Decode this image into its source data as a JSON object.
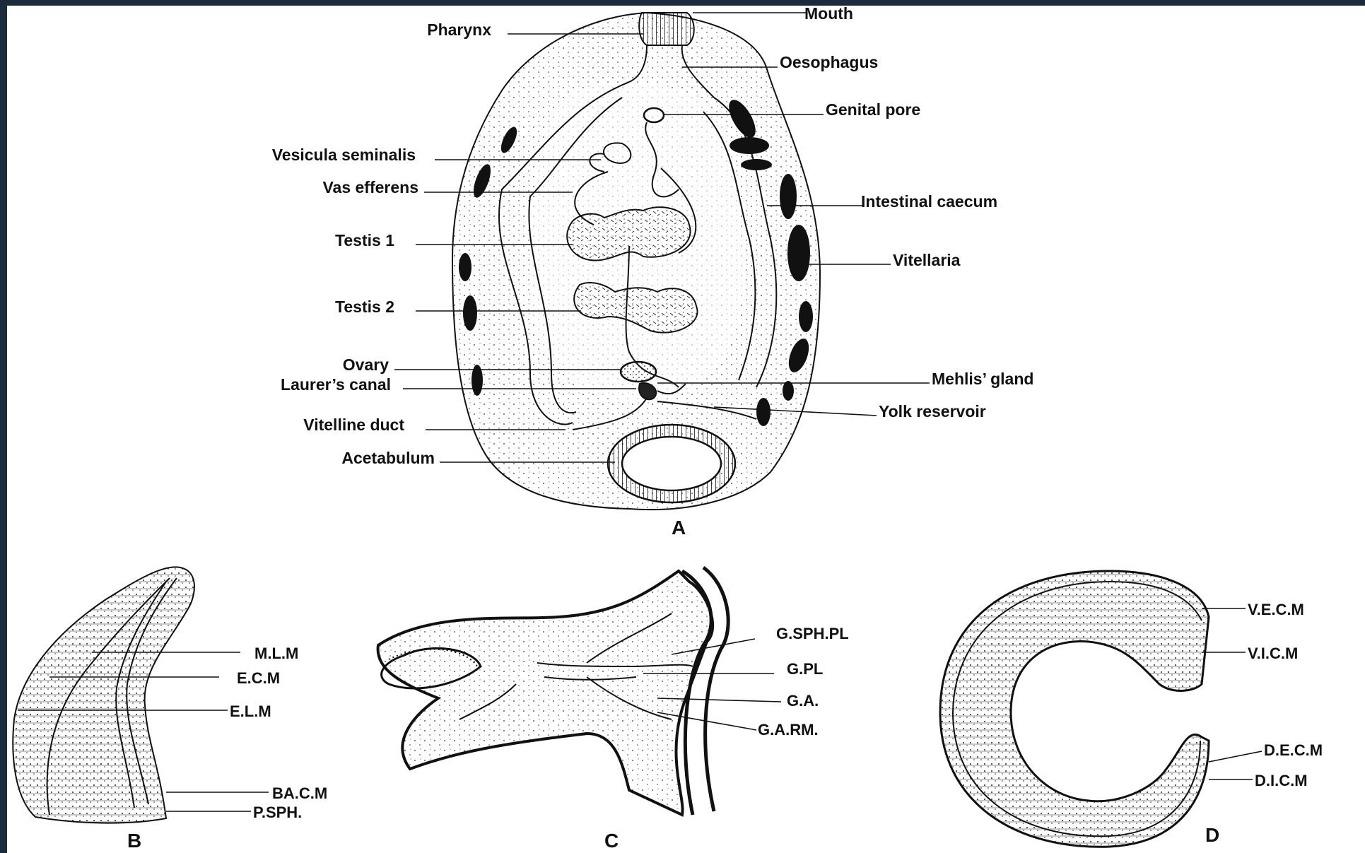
{
  "panels": {
    "a": "A",
    "b": "B",
    "c": "C",
    "d": "D"
  },
  "labels_a": {
    "mouth": "Mouth",
    "pharynx": "Pharynx",
    "oesophagus": "Oesophagus",
    "genital_pore": "Genital pore",
    "vesicula_seminalis": "Vesicula seminalis",
    "vas_efferens": "Vas efferens",
    "intestinal_caecum": "Intestinal caecum",
    "testis_1": "Testis 1",
    "vitellaria": "Vitellaria",
    "testis_2": "Testis 2",
    "ovary": "Ovary",
    "laurers_canal": "Laurer’s canal",
    "mehlis_gland": "Mehlis’ gland",
    "yolk_reservoir": "Yolk reservoir",
    "vitelline_duct": "Vitelline duct",
    "acetabulum": "Acetabulum"
  },
  "labels_b": {
    "mlm": "M.L.M",
    "ecm": "E.C.M",
    "elm": "E.L.M",
    "bacm": "BA.C.M",
    "psph": "P.SPH."
  },
  "labels_c": {
    "gsphpl": "G.SPH.PL",
    "gpl": "G.PL",
    "ga": "G.A.",
    "garm": "G.A.RM."
  },
  "labels_d": {
    "vecm": "V.E.C.M",
    "vicm": "V.I.C.M",
    "decm": "D.E.C.M",
    "dicm": "D.I.C.M"
  }
}
